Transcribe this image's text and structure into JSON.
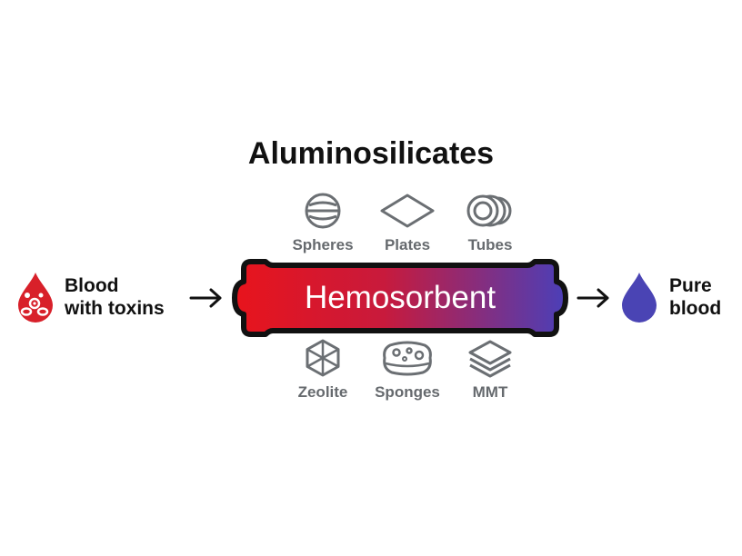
{
  "title": "Aluminosilicates",
  "center_label": "Hemosorbent",
  "input": {
    "label_line1": "Blood",
    "label_line2": "with toxins",
    "icon": "blood-drop-with-toxins-icon"
  },
  "output": {
    "label_line1": "Pure",
    "label_line2": "blood",
    "icon": "pure-blood-drop-icon"
  },
  "materials_top": [
    {
      "label": "Spheres",
      "icon": "sphere-icon"
    },
    {
      "label": "Plates",
      "icon": "plate-icon"
    },
    {
      "label": "Tubes",
      "icon": "tubes-icon"
    }
  ],
  "materials_bottom": [
    {
      "label": "Zeolite",
      "icon": "zeolite-icon"
    },
    {
      "label": "Sponges",
      "icon": "sponge-icon"
    },
    {
      "label": "MMT",
      "icon": "mmt-icon"
    }
  ],
  "colors": {
    "gradient_start": "#e8141c",
    "gradient_end": "#4b3fb8",
    "blood_red": "#d8202a",
    "pure_blue": "#4a44b4",
    "icon_gray": "#6b6f73"
  }
}
